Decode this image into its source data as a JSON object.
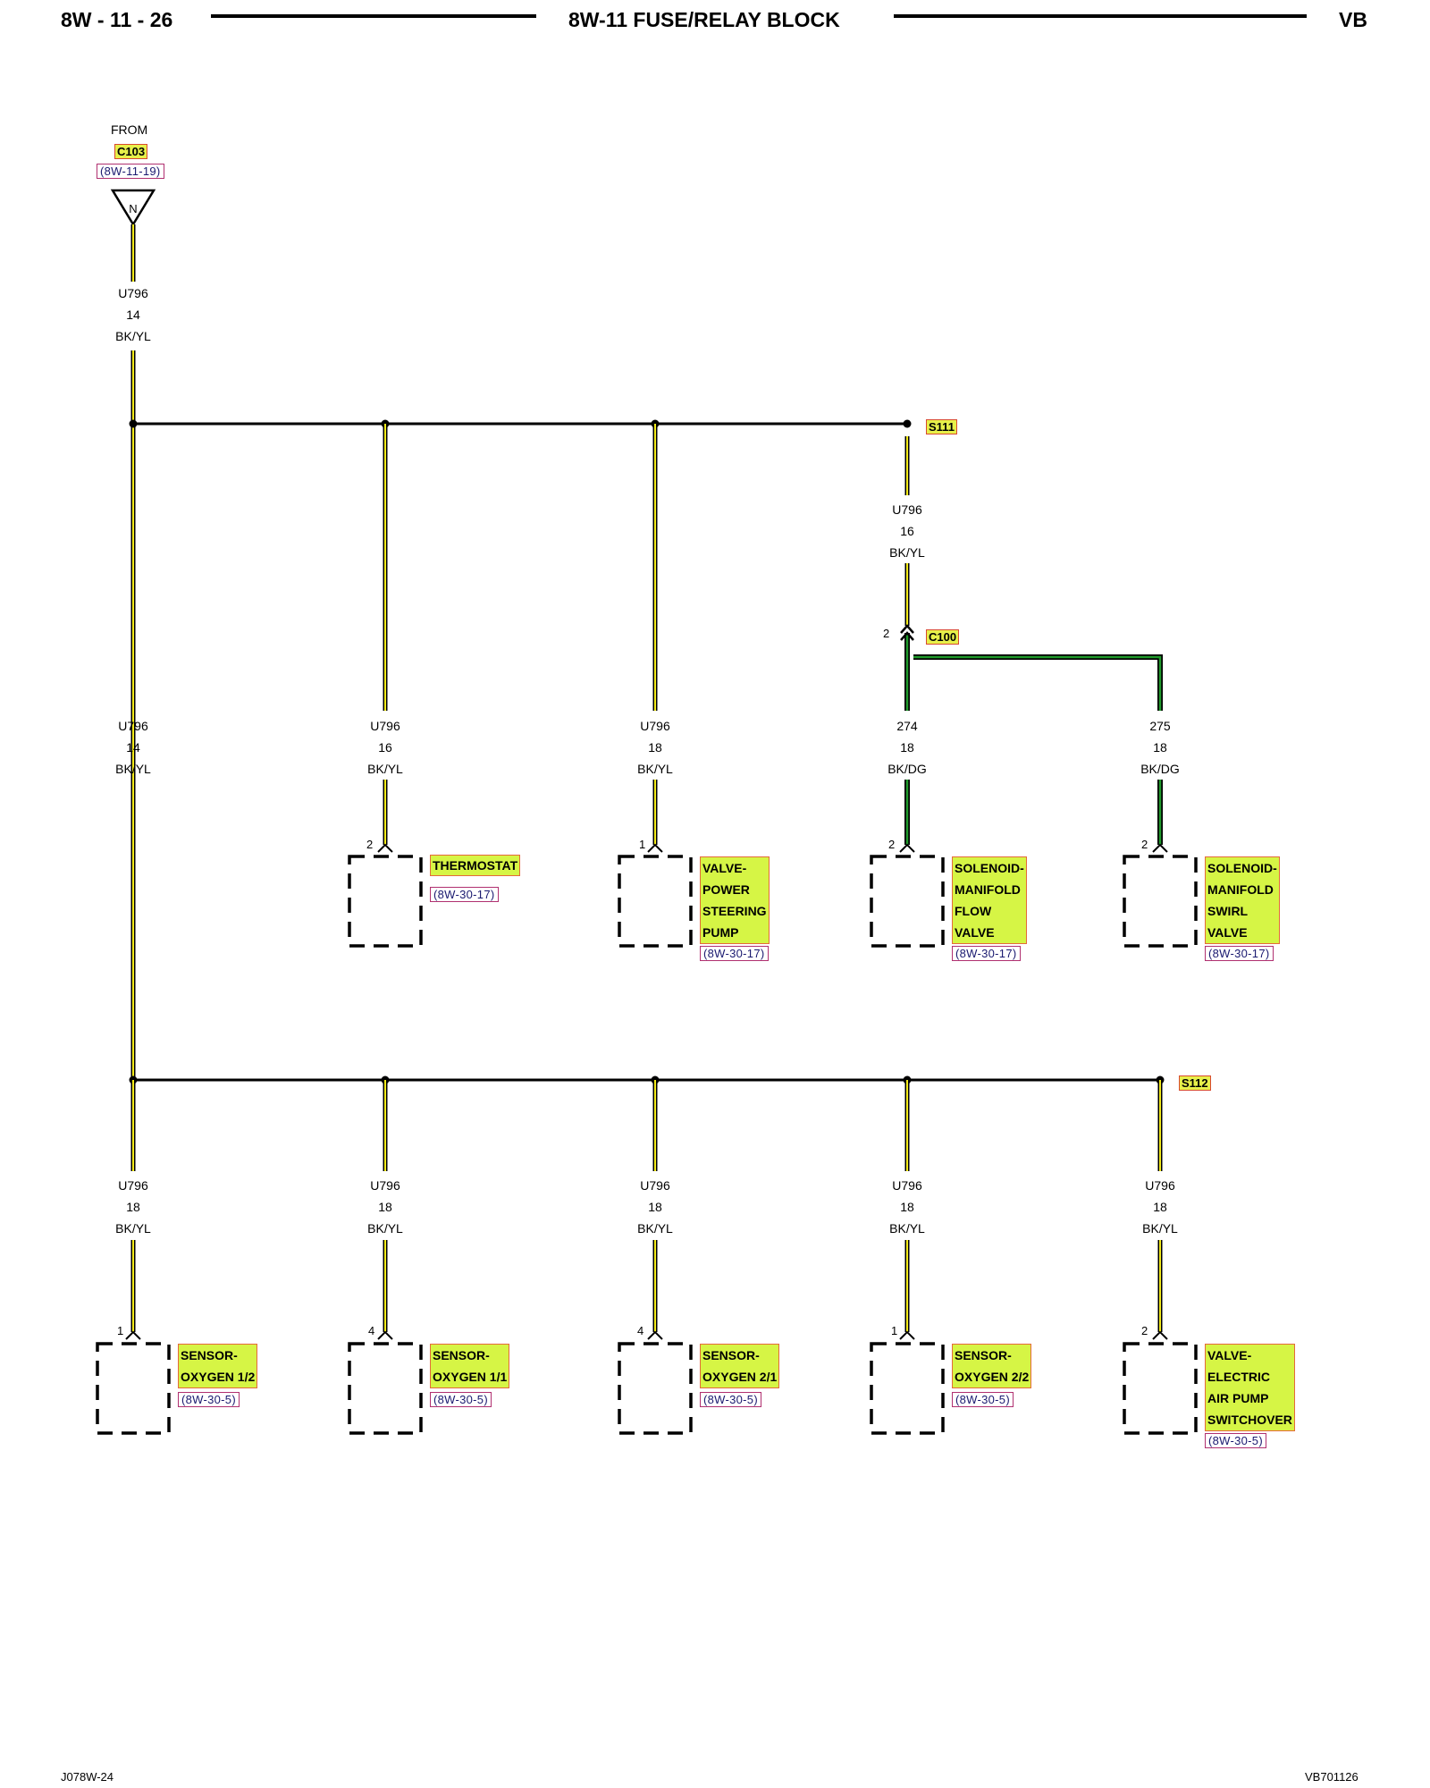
{
  "header": {
    "page": "8W - 11 - 26",
    "title": "8W-11 FUSE/RELAY BLOCK",
    "code": "VB"
  },
  "source": {
    "from": "FROM",
    "connector": "C103",
    "ref": "(8W-11-19)",
    "symbol": "N"
  },
  "main_wire": {
    "circuit": "U796",
    "gauge": "14",
    "color": "BK/YL"
  },
  "splices": {
    "s111": "S111",
    "s112": "S112"
  },
  "s111_branch": {
    "circuit": "U796",
    "gauge": "16",
    "color": "BK/YL"
  },
  "connector_c100": {
    "label": "C100",
    "pin": "2"
  },
  "upper_wires": [
    {
      "circuit": "U796",
      "gauge": "14",
      "color": "BK/YL"
    },
    {
      "circuit": "U796",
      "gauge": "16",
      "color": "BK/YL"
    },
    {
      "circuit": "U796",
      "gauge": "18",
      "color": "BK/YL"
    },
    {
      "circuit": "274",
      "gauge": "18",
      "color": "BK/DG"
    },
    {
      "circuit": "275",
      "gauge": "18",
      "color": "BK/DG"
    }
  ],
  "upper_components": [
    {
      "pin": "2",
      "lines": [
        "THERMOSTAT"
      ],
      "ref": "(8W-30-17)"
    },
    {
      "pin": "1",
      "lines": [
        "VALVE-",
        "POWER",
        "STEERING",
        "PUMP"
      ],
      "ref": "(8W-30-17)"
    },
    {
      "pin": "2",
      "lines": [
        "SOLENOID-",
        "MANIFOLD",
        "FLOW",
        "VALVE"
      ],
      "ref": "(8W-30-17)"
    },
    {
      "pin": "2",
      "lines": [
        "SOLENOID-",
        "MANIFOLD",
        "SWIRL",
        "VALVE"
      ],
      "ref": "(8W-30-17)"
    }
  ],
  "lower_wires": [
    {
      "circuit": "U796",
      "gauge": "18",
      "color": "BK/YL"
    },
    {
      "circuit": "U796",
      "gauge": "18",
      "color": "BK/YL"
    },
    {
      "circuit": "U796",
      "gauge": "18",
      "color": "BK/YL"
    },
    {
      "circuit": "U796",
      "gauge": "18",
      "color": "BK/YL"
    },
    {
      "circuit": "U796",
      "gauge": "18",
      "color": "BK/YL"
    }
  ],
  "lower_components": [
    {
      "pin": "1",
      "lines": [
        "SENSOR-",
        "OXYGEN 1/2"
      ],
      "ref": "(8W-30-5)"
    },
    {
      "pin": "4",
      "lines": [
        "SENSOR-",
        "OXYGEN 1/1"
      ],
      "ref": "(8W-30-5)"
    },
    {
      "pin": "4",
      "lines": [
        "SENSOR-",
        "OXYGEN 2/1"
      ],
      "ref": "(8W-30-5)"
    },
    {
      "pin": "1",
      "lines": [
        "SENSOR-",
        "OXYGEN 2/2"
      ],
      "ref": "(8W-30-5)"
    },
    {
      "pin": "2",
      "lines": [
        "VALVE-",
        "ELECTRIC",
        "AIR PUMP",
        "SWITCHOVER"
      ],
      "ref": "(8W-30-5)"
    }
  ],
  "footer": {
    "left": "J078W-24",
    "right": "VB701126"
  },
  "colors": {
    "wire_yellow": "#f4ec1a",
    "wire_green": "#1f9a2b",
    "label_fill": "#e7f04a",
    "component_fill": "#d6f545"
  }
}
